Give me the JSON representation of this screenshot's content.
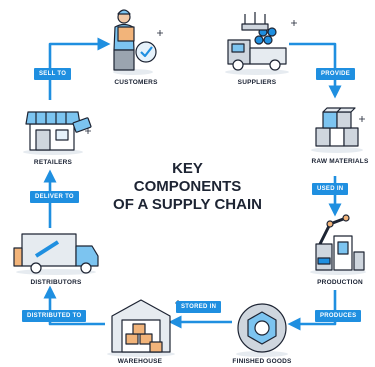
{
  "title_lines": [
    "KEY",
    "COMPONENTS",
    "OF A SUPPLY CHAIN"
  ],
  "nodes": {
    "customers": "CUSTOMERS",
    "suppliers": "SUPPLIERS",
    "raw_materials": "RAW MATERIALS",
    "production": "PRODUCTION",
    "finished_goods": "FINISHED GOODS",
    "warehouse": "WAREHOUSE",
    "distributors": "DISTRIBUTORS",
    "retailers": "RETAILERS"
  },
  "edges": {
    "provide": "PROVIDE",
    "used_in": "USED IN",
    "produces": "PRODUCES",
    "stored_in": "STORED IN",
    "distributed_to": "DISTRIBUTED TO",
    "deliver_to": "DELIVER TO",
    "sell_to": "SELL TO"
  },
  "colors": {
    "arrow": "#1f8fe0",
    "outline": "#1d2433",
    "accent_blue": "#7cc4f0",
    "accent_orange": "#f2b47a",
    "accent_gray": "#cfd6de"
  }
}
